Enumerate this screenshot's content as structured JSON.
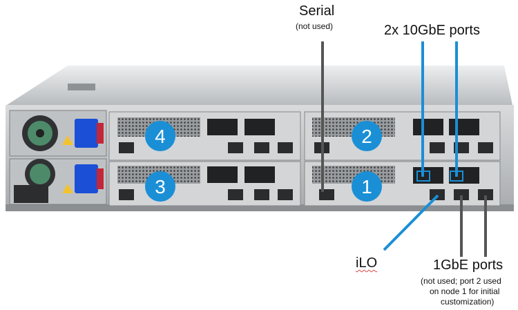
{
  "callouts": {
    "serial": {
      "title": "Serial",
      "note": "(not used)"
    },
    "ten_gbe": {
      "title": "2x 10GbE ports"
    },
    "ilo": {
      "title": "iLO"
    },
    "one_gbe": {
      "title": "1GbE ports",
      "note_line1": "(not used; port 2 used",
      "note_line2": "on node 1 for initial",
      "note_line3": "customization)"
    }
  },
  "nodes": [
    {
      "label": "4"
    },
    {
      "label": "3"
    },
    {
      "label": "2"
    },
    {
      "label": "1"
    }
  ],
  "colors": {
    "node_badge": "#1a8fd6",
    "callout_blue": "#1a8fd6",
    "callout_gray": "#555555",
    "chassis": "#c8cacc"
  },
  "icons": [
    "power-supply-fan-icon",
    "power-inlet-icon",
    "network-port-icon"
  ]
}
